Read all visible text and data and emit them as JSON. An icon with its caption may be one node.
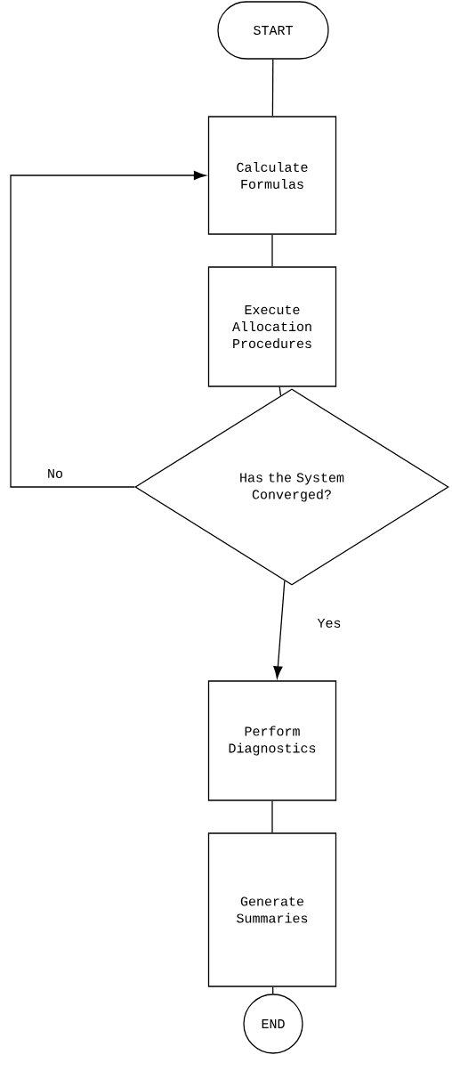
{
  "diagram": {
    "nodes": [
      {
        "text": [
          "START"
        ]
      },
      {
        "text": [
          "Calculate Formulas"
        ]
      },
      {
        "text": [
          "Execute Allocation Procedures"
        ]
      },
      {
        "text": [
          "Has the System Converged?"
        ]
      },
      {
        "text": [
          "Perform Diagnostics"
        ]
      },
      {
        "text": [
          "Generate Summaries"
        ]
      },
      {
        "text": [
          "END"
        ]
      }
    ],
    "edges": [
      {
        "from": 0,
        "to": 1,
        "arrow": "none"
      },
      {
        "from": 1,
        "to": 2,
        "arrow": "none"
      },
      {
        "from": 2,
        "to": 3,
        "arrow": "none"
      },
      {
        "from": 3,
        "to": 1,
        "arrow": "to",
        "label": "No"
      },
      {
        "from": 3,
        "to": 4,
        "arrow": "to",
        "label": "Yes"
      },
      {
        "from": 4,
        "to": 5,
        "arrow": "none"
      },
      {
        "from": 5,
        "to": 6,
        "arrow": "none"
      }
    ]
  }
}
